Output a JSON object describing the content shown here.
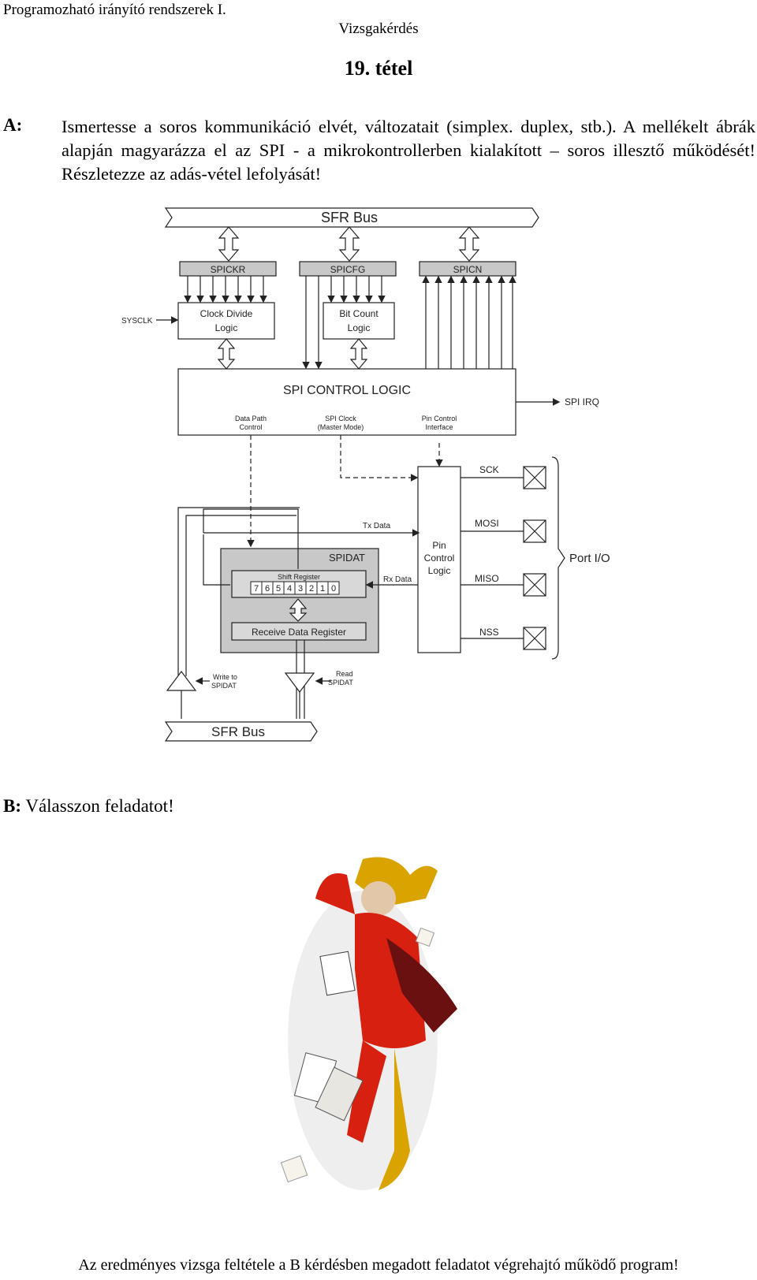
{
  "header": {
    "course": "Programozható irányító rendszerek I.",
    "exam": "Vizsgakérdés"
  },
  "title": "19. tétel",
  "question_a": {
    "label": "A:",
    "text": "Ismertesse a soros kommunikáció elvét, változatait (simplex. duplex, stb.). A mellékelt ábrák alapján magyarázza el az SPI - a mikrokontrollerben kialakított – soros illesztő működését! Részletezze az adás-vétel lefolyását!"
  },
  "diagram": {
    "sfr_bus_top": "SFR Bus",
    "sfr_bus_bottom": "SFR Bus",
    "spickr": "SPICKR",
    "spicfg": "SPICFG",
    "spicn": "SPICN",
    "sysclk": "SYSCLK",
    "clock_divide_1": "Clock Divide",
    "clock_divide_2": "Logic",
    "bit_count_1": "Bit Count",
    "bit_count_2": "Logic",
    "spi_control_logic": "SPI CONTROL LOGIC",
    "spi_irq": "SPI IRQ",
    "data_path_1": "Data Path",
    "data_path_2": "Control",
    "spi_clock_1": "SPI Clock",
    "spi_clock_2": "(Master Mode)",
    "pin_control_1": "Pin Control",
    "pin_control_2": "Interface",
    "tx_data": "Tx Data",
    "rx_data": "Rx Data",
    "spidat": "SPIDAT",
    "shift_register": "Shift Register",
    "bits": [
      "7",
      "6",
      "5",
      "4",
      "3",
      "2",
      "1",
      "0"
    ],
    "receive_data_register": "Receive Data Register",
    "pin_logic_1": "Pin",
    "pin_logic_2": "Control",
    "pin_logic_3": "Logic",
    "sck": "SCK",
    "mosi": "MOSI",
    "miso": "MISO",
    "nss": "NSS",
    "port_io": "Port I/O",
    "write_1": "Write to",
    "write_2": "SPIDAT",
    "read_1": "Read",
    "read_2": "SPIDAT"
  },
  "question_b": {
    "label": "B:",
    "text": "Válasszon feladatot!"
  },
  "footer": "Az eredményes vizsga feltétele a B kérdésben megadott feladatot végrehajtó működő program!"
}
